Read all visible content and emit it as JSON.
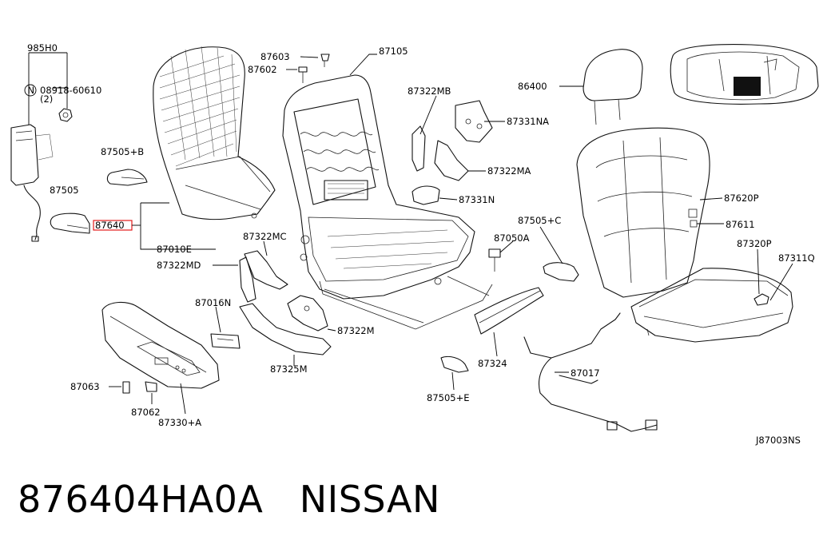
{
  "labels": {
    "l_985H0": "985H0",
    "l_08918": "08918-60610",
    "l_08918_qty": "(2)",
    "l_87505B": "87505+B",
    "l_87505": "87505",
    "l_87640": "87640",
    "l_87010E": "87010E",
    "l_87603": "87603",
    "l_87602": "87602",
    "l_87105": "87105",
    "l_87322MB": "87322MB",
    "l_87331NA": "87331NA",
    "l_87322MA": "87322MA",
    "l_87331N": "87331N",
    "l_86400": "86400",
    "l_87620P": "87620P",
    "l_87611": "87611",
    "l_87505C": "87505+C",
    "l_87050A": "87050A",
    "l_87320P": "87320P",
    "l_87311Q": "87311Q",
    "l_87322MC": "87322MC",
    "l_87322MD": "87322MD",
    "l_87016N": "87016N",
    "l_87322M": "87322M",
    "l_87325M": "87325M",
    "l_87063": "87063",
    "l_87062": "87062",
    "l_87330A": "87330+A",
    "l_87324": "87324",
    "l_87017": "87017",
    "l_87505E": "87505+E",
    "l_J87003NS": "J87003NS"
  },
  "circled_symbol": "N",
  "highlight_color": "#e31b1b",
  "caption": "876404HA0A   NISSAN"
}
